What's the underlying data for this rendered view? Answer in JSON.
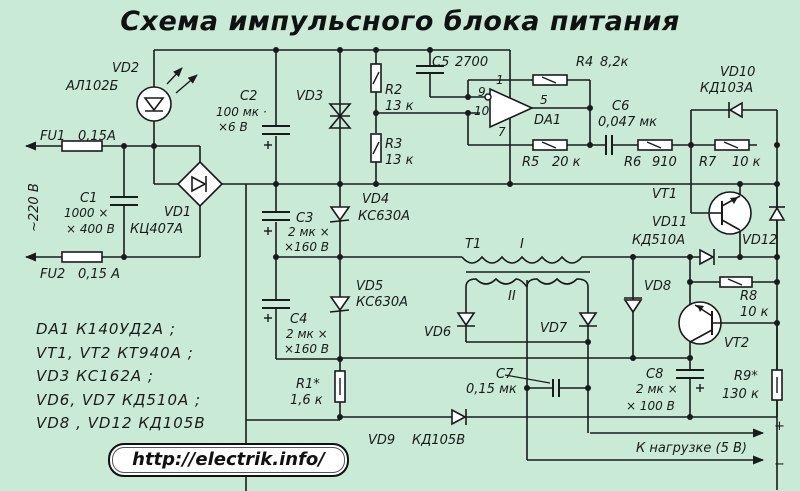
{
  "title": "Схема импульсного блока питания",
  "colors": {
    "background": "#c8ead6",
    "wire": "#1a1a1a",
    "component_fill": "#ffffff"
  },
  "components": {
    "fu1": {
      "ref": "FU1",
      "value": "0,15А"
    },
    "fu2": {
      "ref": "FU2",
      "value": "0,15 А"
    },
    "mains": {
      "label": "~220 В"
    },
    "c1": {
      "ref": "C1",
      "value1": "1000 ×",
      "value2": "× 400 В"
    },
    "vd1": {
      "ref": "VD1",
      "part": "КЦ407А"
    },
    "vd2": {
      "ref": "VD2",
      "part": "АЛ102Б"
    },
    "c2": {
      "ref": "C2",
      "value1": "100 мк ·",
      "value2": "×6 В"
    },
    "vd3": {
      "ref": "VD3"
    },
    "r2": {
      "ref": "R2",
      "value": "13 к"
    },
    "r3": {
      "ref": "R3",
      "value": "13 к"
    },
    "c5": {
      "ref": "C5",
      "value": "2700"
    },
    "r4": {
      "ref": "R4",
      "value": "8,2к"
    },
    "da1": {
      "ref": "DA1",
      "pin_in_inv": "9",
      "pin_in": "10",
      "pin_top": "1",
      "pin_bottom": "7",
      "pin_out": "5"
    },
    "r5": {
      "ref": "R5",
      "value": "20 к"
    },
    "c6": {
      "ref": "C6",
      "value": "0,047 мк"
    },
    "r6": {
      "ref": "R6",
      "value": "910"
    },
    "r7": {
      "ref": "R7",
      "value": "10 к"
    },
    "vd10": {
      "ref": "VD10",
      "part": "КД103А"
    },
    "vt1": {
      "ref": "VT1"
    },
    "vd11": {
      "ref": "VD11",
      "part": "КД510А"
    },
    "vd12": {
      "ref": "VD12"
    },
    "c3": {
      "ref": "C3",
      "value1": "2 мк ×",
      "value2": "×160 В"
    },
    "c4": {
      "ref": "C4",
      "value1": "2 мк ×",
      "value2": "×160 В"
    },
    "vd4": {
      "ref": "VD4",
      "part": "КС630А"
    },
    "vd5": {
      "ref": "VD5",
      "part": "КС630А"
    },
    "t1": {
      "ref": "T1",
      "winding1": "I",
      "winding2": "II"
    },
    "vd6": {
      "ref": "VD6"
    },
    "vd7": {
      "ref": "VD7"
    },
    "vd8": {
      "ref": "VD8"
    },
    "r8": {
      "ref": "R8",
      "value": "10 к"
    },
    "vt2": {
      "ref": "VT2"
    },
    "r1": {
      "ref": "R1*",
      "value": "1,6 к"
    },
    "c7": {
      "ref": "C7",
      "value": "0,15 мк"
    },
    "c8": {
      "ref": "C8",
      "value1": "2 мк ×",
      "value2": "× 100 В"
    },
    "r9": {
      "ref": "R9*",
      "value": "130 к"
    },
    "vd9": {
      "ref": "VD9",
      "part": "КД105В"
    },
    "load": {
      "label": "К нагрузке (5 В)",
      "plus": "+",
      "minus": "−"
    }
  },
  "parts_list": [
    "DA1  К140УД2А ;",
    "VT1, VT2  КТ940А ;",
    "VD3   КС162А ;",
    "VD6, VD7   КД510А ;",
    "VD8 , VD12  КД105В"
  ],
  "url": "http://electrik.info/"
}
